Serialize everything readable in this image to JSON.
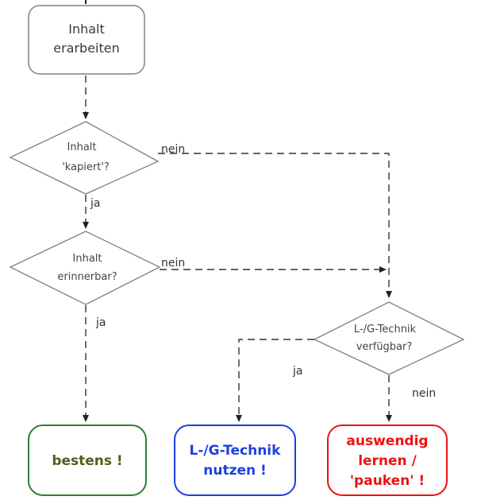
{
  "nodes": {
    "start": {
      "lines": [
        "Inhalt",
        "erarbeiten"
      ]
    },
    "decision_understood": {
      "lines": [
        "Inhalt",
        "'kapiert'?"
      ]
    },
    "decision_remember": {
      "lines": [
        "Inhalt",
        "erinnerbar?"
      ]
    },
    "decision_technique": {
      "lines": [
        "L-/G-Technik",
        "verfügbar?"
      ]
    },
    "end_best": {
      "lines": [
        "bestens !"
      ],
      "color": "#2e7d32",
      "text_color": "#5a5a1e"
    },
    "end_use_technique": {
      "lines": [
        "L-/G-Technik",
        "nutzen !"
      ],
      "color": "#1c3fe0",
      "text_color": "#1c3fe0"
    },
    "end_memorize": {
      "lines": [
        "auswendig",
        "lernen /",
        "'pauken' !"
      ],
      "color": "#ee1111",
      "text_color": "#ee1111"
    }
  },
  "edge_labels": {
    "understood_no": "nein",
    "understood_yes": "ja",
    "remember_no": "nein",
    "remember_yes": "ja",
    "technique_yes": "ja",
    "technique_no": "nein"
  }
}
